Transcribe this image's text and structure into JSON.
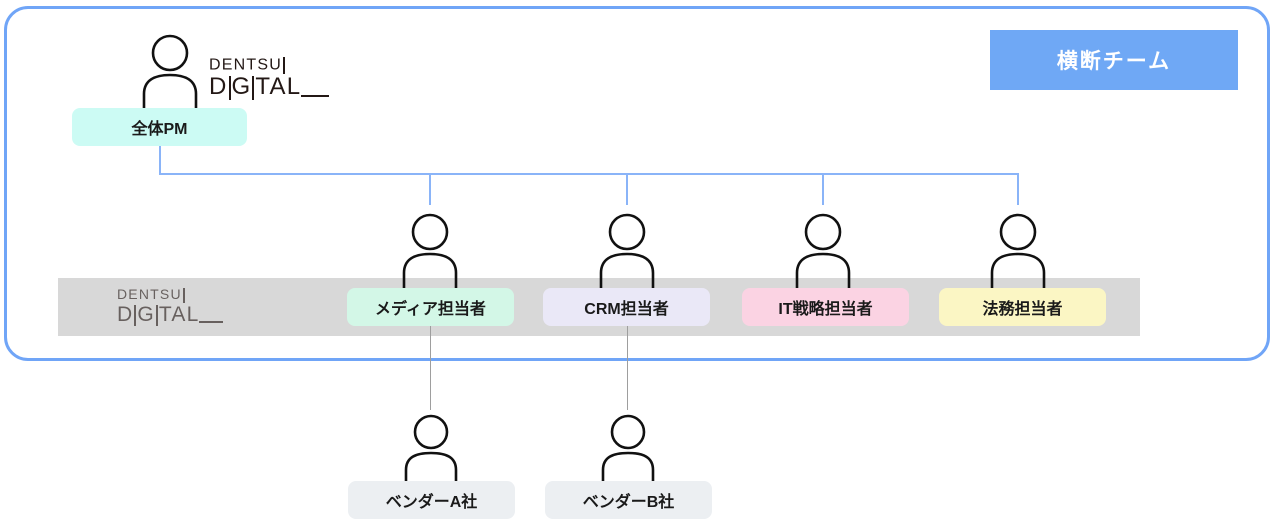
{
  "frame": {
    "name": "cross-functional-team-frame",
    "border_color": "#70a5f7"
  },
  "badge": {
    "label": "横断チーム",
    "bg": "#6fa8f5",
    "text_color": "#ffffff"
  },
  "logo": {
    "line1": "DENTSU",
    "line2_a": "D",
    "line2_b": "G",
    "line2_c": "TAL"
  },
  "top_node": {
    "label": "全体PM",
    "bg": "#ccfbf4",
    "icon": "person-icon"
  },
  "band": {
    "bg": "#d8d8d8",
    "logo_name": "dentsu-digital-logo"
  },
  "roles": [
    {
      "label": "メディア担当者",
      "bg": "#d3f7e7",
      "icon": "person-icon"
    },
    {
      "label": "CRM担当者",
      "bg": "#eae8f7",
      "icon": "person-icon"
    },
    {
      "label": "IT戦略担当者",
      "bg": "#fbd3e3",
      "icon": "person-icon"
    },
    {
      "label": "法務担当者",
      "bg": "#fbf6c4",
      "icon": "person-icon"
    }
  ],
  "vendors": [
    {
      "label": "ベンダーA社",
      "bg": "#eceff2",
      "icon": "person-icon"
    },
    {
      "label": "ベンダーB社",
      "bg": "#eceff2",
      "icon": "person-icon"
    }
  ],
  "connectors": {
    "trunk_color": "#8ab4f8",
    "vendor_line_color": "#9e9e9e"
  }
}
